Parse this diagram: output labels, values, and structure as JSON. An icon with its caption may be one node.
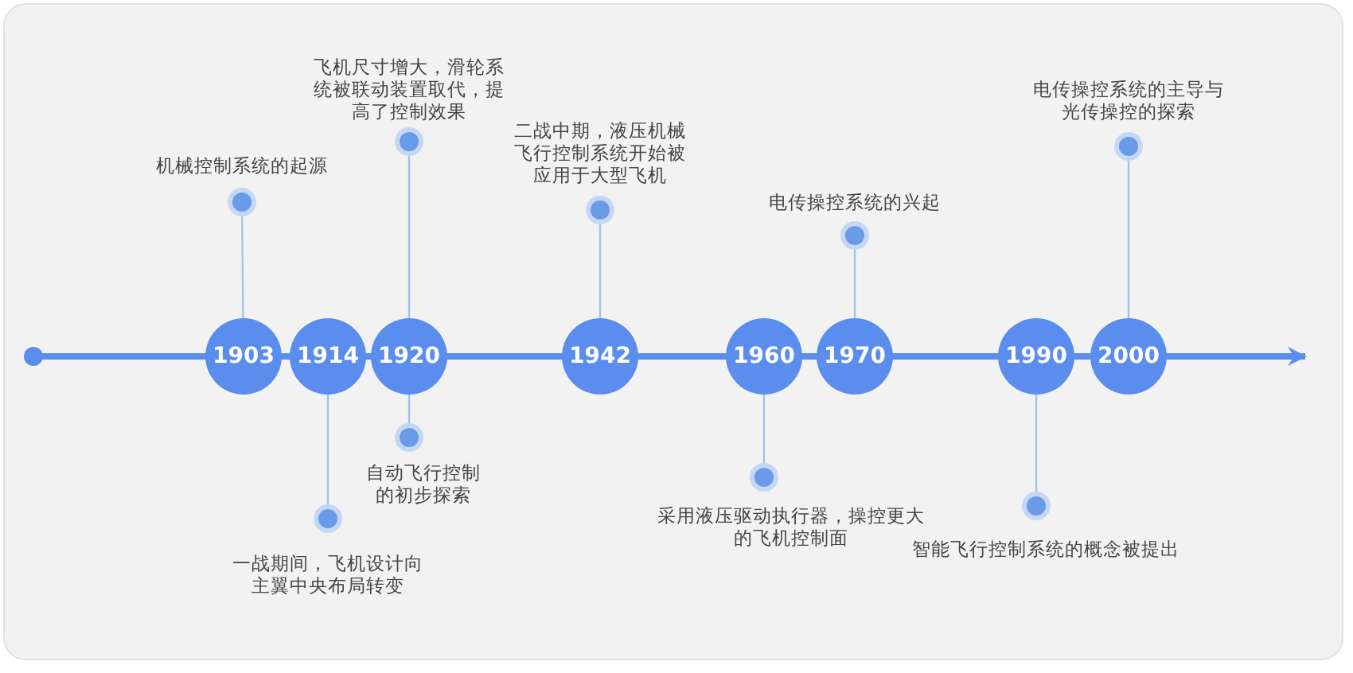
{
  "diagram": {
    "nodes": [
      {
        "text": [
          "1903"
        ]
      },
      {
        "text": [],
        "shape": "circle",
        "beside": [
          "机械控制系统的起源"
        ]
      },
      {
        "text": [
          "1914"
        ]
      },
      {
        "text": [],
        "shape": "circle",
        "beside": [
          "一战期间，飞机设计向主翼中央布局转变"
        ]
      },
      {
        "text": [
          "1920"
        ]
      },
      {
        "text": [],
        "shape": "circle",
        "beside": [
          "飞机尺寸增大，滑轮系统被联动装置取代，提高了控制效果"
        ]
      },
      {
        "text": [],
        "shape": "circle",
        "beside": [
          "自动飞行控制的初步探索"
        ]
      },
      {
        "text": [
          "1942"
        ]
      },
      {
        "text": [],
        "shape": "circle",
        "beside": [
          "二战中期，液压机械飞行控制系统开始被应用于大型飞机"
        ]
      },
      {
        "text": [
          "1960"
        ]
      },
      {
        "text": [],
        "shape": "circle",
        "beside": [
          "采用液压驱动执行器，操控更大的飞机控制面"
        ]
      },
      {
        "text": [
          "1970"
        ]
      },
      {
        "text": [],
        "shape": "circle",
        "beside": [
          "电传操控系统的兴起"
        ]
      },
      {
        "text": [
          "1990"
        ]
      },
      {
        "text": [],
        "shape": "circle",
        "beside": [
          "智能飞行控制系统的概念被提出"
        ]
      },
      {
        "text": [
          "2000"
        ]
      },
      {
        "text": [],
        "shape": "circle",
        "beside": [
          "电传操控系统的主导与光传操控的探索"
        ]
      }
    ],
    "edges": [
      {
        "from": 0,
        "to": 1,
        "arrow": "none"
      },
      {
        "from": 2,
        "to": 3,
        "arrow": "none"
      },
      {
        "from": 4,
        "to": 5,
        "arrow": "none"
      },
      {
        "from": 4,
        "to": 6,
        "arrow": "none"
      },
      {
        "from": 7,
        "to": 8,
        "arrow": "none"
      },
      {
        "from": 9,
        "to": 10,
        "arrow": "none"
      },
      {
        "from": 11,
        "to": 12,
        "arrow": "none"
      },
      {
        "from": 13,
        "to": 14,
        "arrow": "none"
      },
      {
        "from": 15,
        "to": 16,
        "arrow": "none"
      }
    ]
  }
}
